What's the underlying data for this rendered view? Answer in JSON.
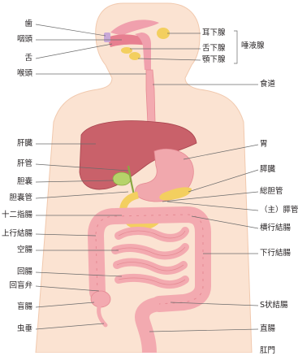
{
  "labels_left": [
    {
      "id": "teeth",
      "text": "歯"
    },
    {
      "id": "pharynx",
      "text": "咽頭"
    },
    {
      "id": "tongue",
      "text": "舌"
    },
    {
      "id": "larynx",
      "text": "喉頭"
    },
    {
      "id": "liver",
      "text": "肝臓"
    },
    {
      "id": "hepatic_duct",
      "text": "肝管"
    },
    {
      "id": "gallbladder",
      "text": "胆嚢"
    },
    {
      "id": "cystic_duct",
      "text": "胆嚢管"
    },
    {
      "id": "duodenum",
      "text": "十二指腸"
    },
    {
      "id": "ascending_colon",
      "text": "上行結腸"
    },
    {
      "id": "jejunum",
      "text": "空腸"
    },
    {
      "id": "ileum",
      "text": "回腸"
    },
    {
      "id": "ileocecal_valve",
      "text": "回盲弁"
    },
    {
      "id": "cecum",
      "text": "盲腸"
    },
    {
      "id": "appendix",
      "text": "虫垂"
    }
  ],
  "labels_right": [
    {
      "id": "parotid",
      "text": "耳下腺"
    },
    {
      "id": "sublingual",
      "text": "舌下腺"
    },
    {
      "id": "submandibular",
      "text": "顎下腺"
    },
    {
      "id": "esophagus",
      "text": "食道"
    },
    {
      "id": "stomach",
      "text": "胃"
    },
    {
      "id": "pancreas",
      "text": "膵臓"
    },
    {
      "id": "common_bile_duct",
      "text": "総胆管"
    },
    {
      "id": "main_pancreatic_duct",
      "text": "（主）膵管"
    },
    {
      "id": "transverse_colon",
      "text": "横行結腸"
    },
    {
      "id": "descending_colon",
      "text": "下行結腸"
    },
    {
      "id": "sigmoid_colon",
      "text": "S状結腸"
    },
    {
      "id": "rectum",
      "text": "直腸"
    },
    {
      "id": "anus",
      "text": "肛門"
    }
  ],
  "salivary_group": "唾液腺",
  "colors": {
    "skin": "#fbe3d2",
    "skin_edge": "#f1c9ae",
    "liver": "#c9616a",
    "stomach": "#f1a8ad",
    "intestine": "#f3aab0",
    "intestine_edge": "#e58a93",
    "gallbladder": "#b6d36a",
    "pancreas": "#f3cf5f",
    "leader": "#6b6b6b"
  }
}
